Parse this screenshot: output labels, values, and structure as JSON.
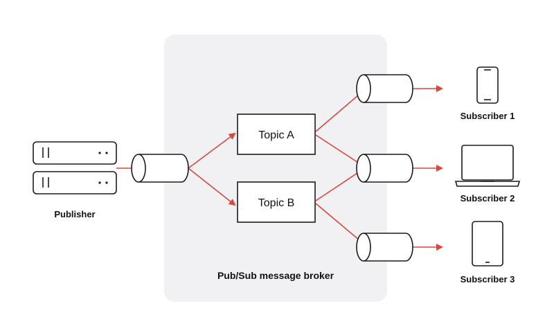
{
  "publisher": {
    "label": "Publisher"
  },
  "broker": {
    "label": "Pub/Sub message broker"
  },
  "topics": [
    {
      "label": "Topic A"
    },
    {
      "label": "Topic B"
    }
  ],
  "subscribers": [
    {
      "label": "Subscriber 1",
      "device": "smartphone-icon"
    },
    {
      "label": "Subscriber 2",
      "device": "laptop-icon"
    },
    {
      "label": "Subscriber 3",
      "device": "tablet-icon"
    }
  ],
  "colors": {
    "arrow": "#d9473a",
    "stroke": "#1a1a1a",
    "broker_bg": "#f1f1f3"
  }
}
